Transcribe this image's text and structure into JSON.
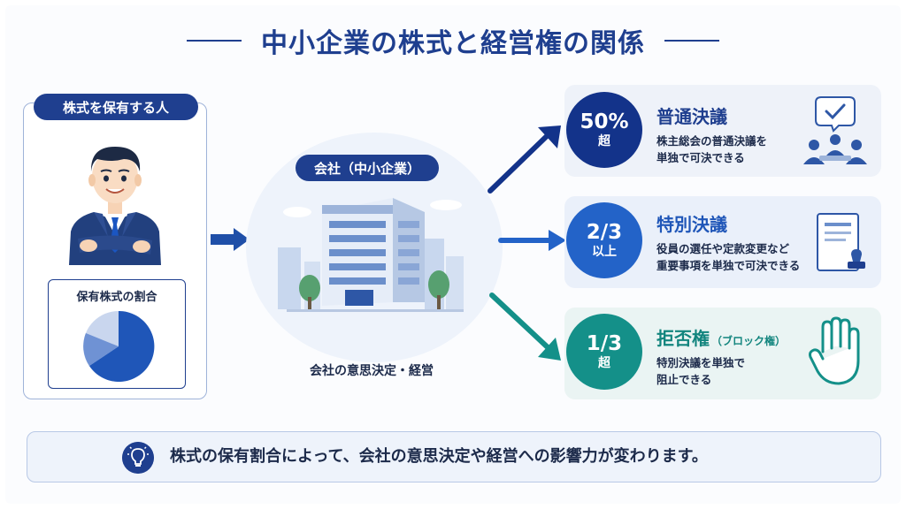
{
  "title": "中小企業の株式と経営権の関係",
  "person": {
    "tag": "株式を保有する人",
    "share_title": "保有株式の割合"
  },
  "company": {
    "tag": "会社（中小企業）",
    "caption": "会社の意思決定・経営"
  },
  "cards": [
    {
      "badge_main": "50%",
      "badge_sub": "超",
      "heading": "普通決議",
      "heading_sub": "",
      "desc_lines": [
        "株主総会の普通決議を",
        "単独で可決できる"
      ],
      "icon": "meeting-check-icon",
      "color": "#13338a"
    },
    {
      "badge_main": "2/3",
      "badge_sub": "以上",
      "heading": "特別決議",
      "heading_sub": "",
      "desc_lines": [
        "役員の選任や定款変更など",
        "重要事項を単独で可決できる"
      ],
      "icon": "document-stamp-icon",
      "color": "#2363c8"
    },
    {
      "badge_main": "1/3",
      "badge_sub": "超",
      "heading": "拒否権",
      "heading_sub": "（ブロック権）",
      "desc_lines": [
        "特別決議を単独で",
        "阻止できる"
      ],
      "icon": "stop-hand-icon",
      "color": "#149089"
    }
  ],
  "note": {
    "text": "株式の保有割合によって、会社の意思決定や経営への影響力が変わります。",
    "icon": "lightbulb-icon"
  },
  "colors": {
    "navy": "#1f3f8f",
    "blue": "#2363c8",
    "teal": "#149089"
  }
}
